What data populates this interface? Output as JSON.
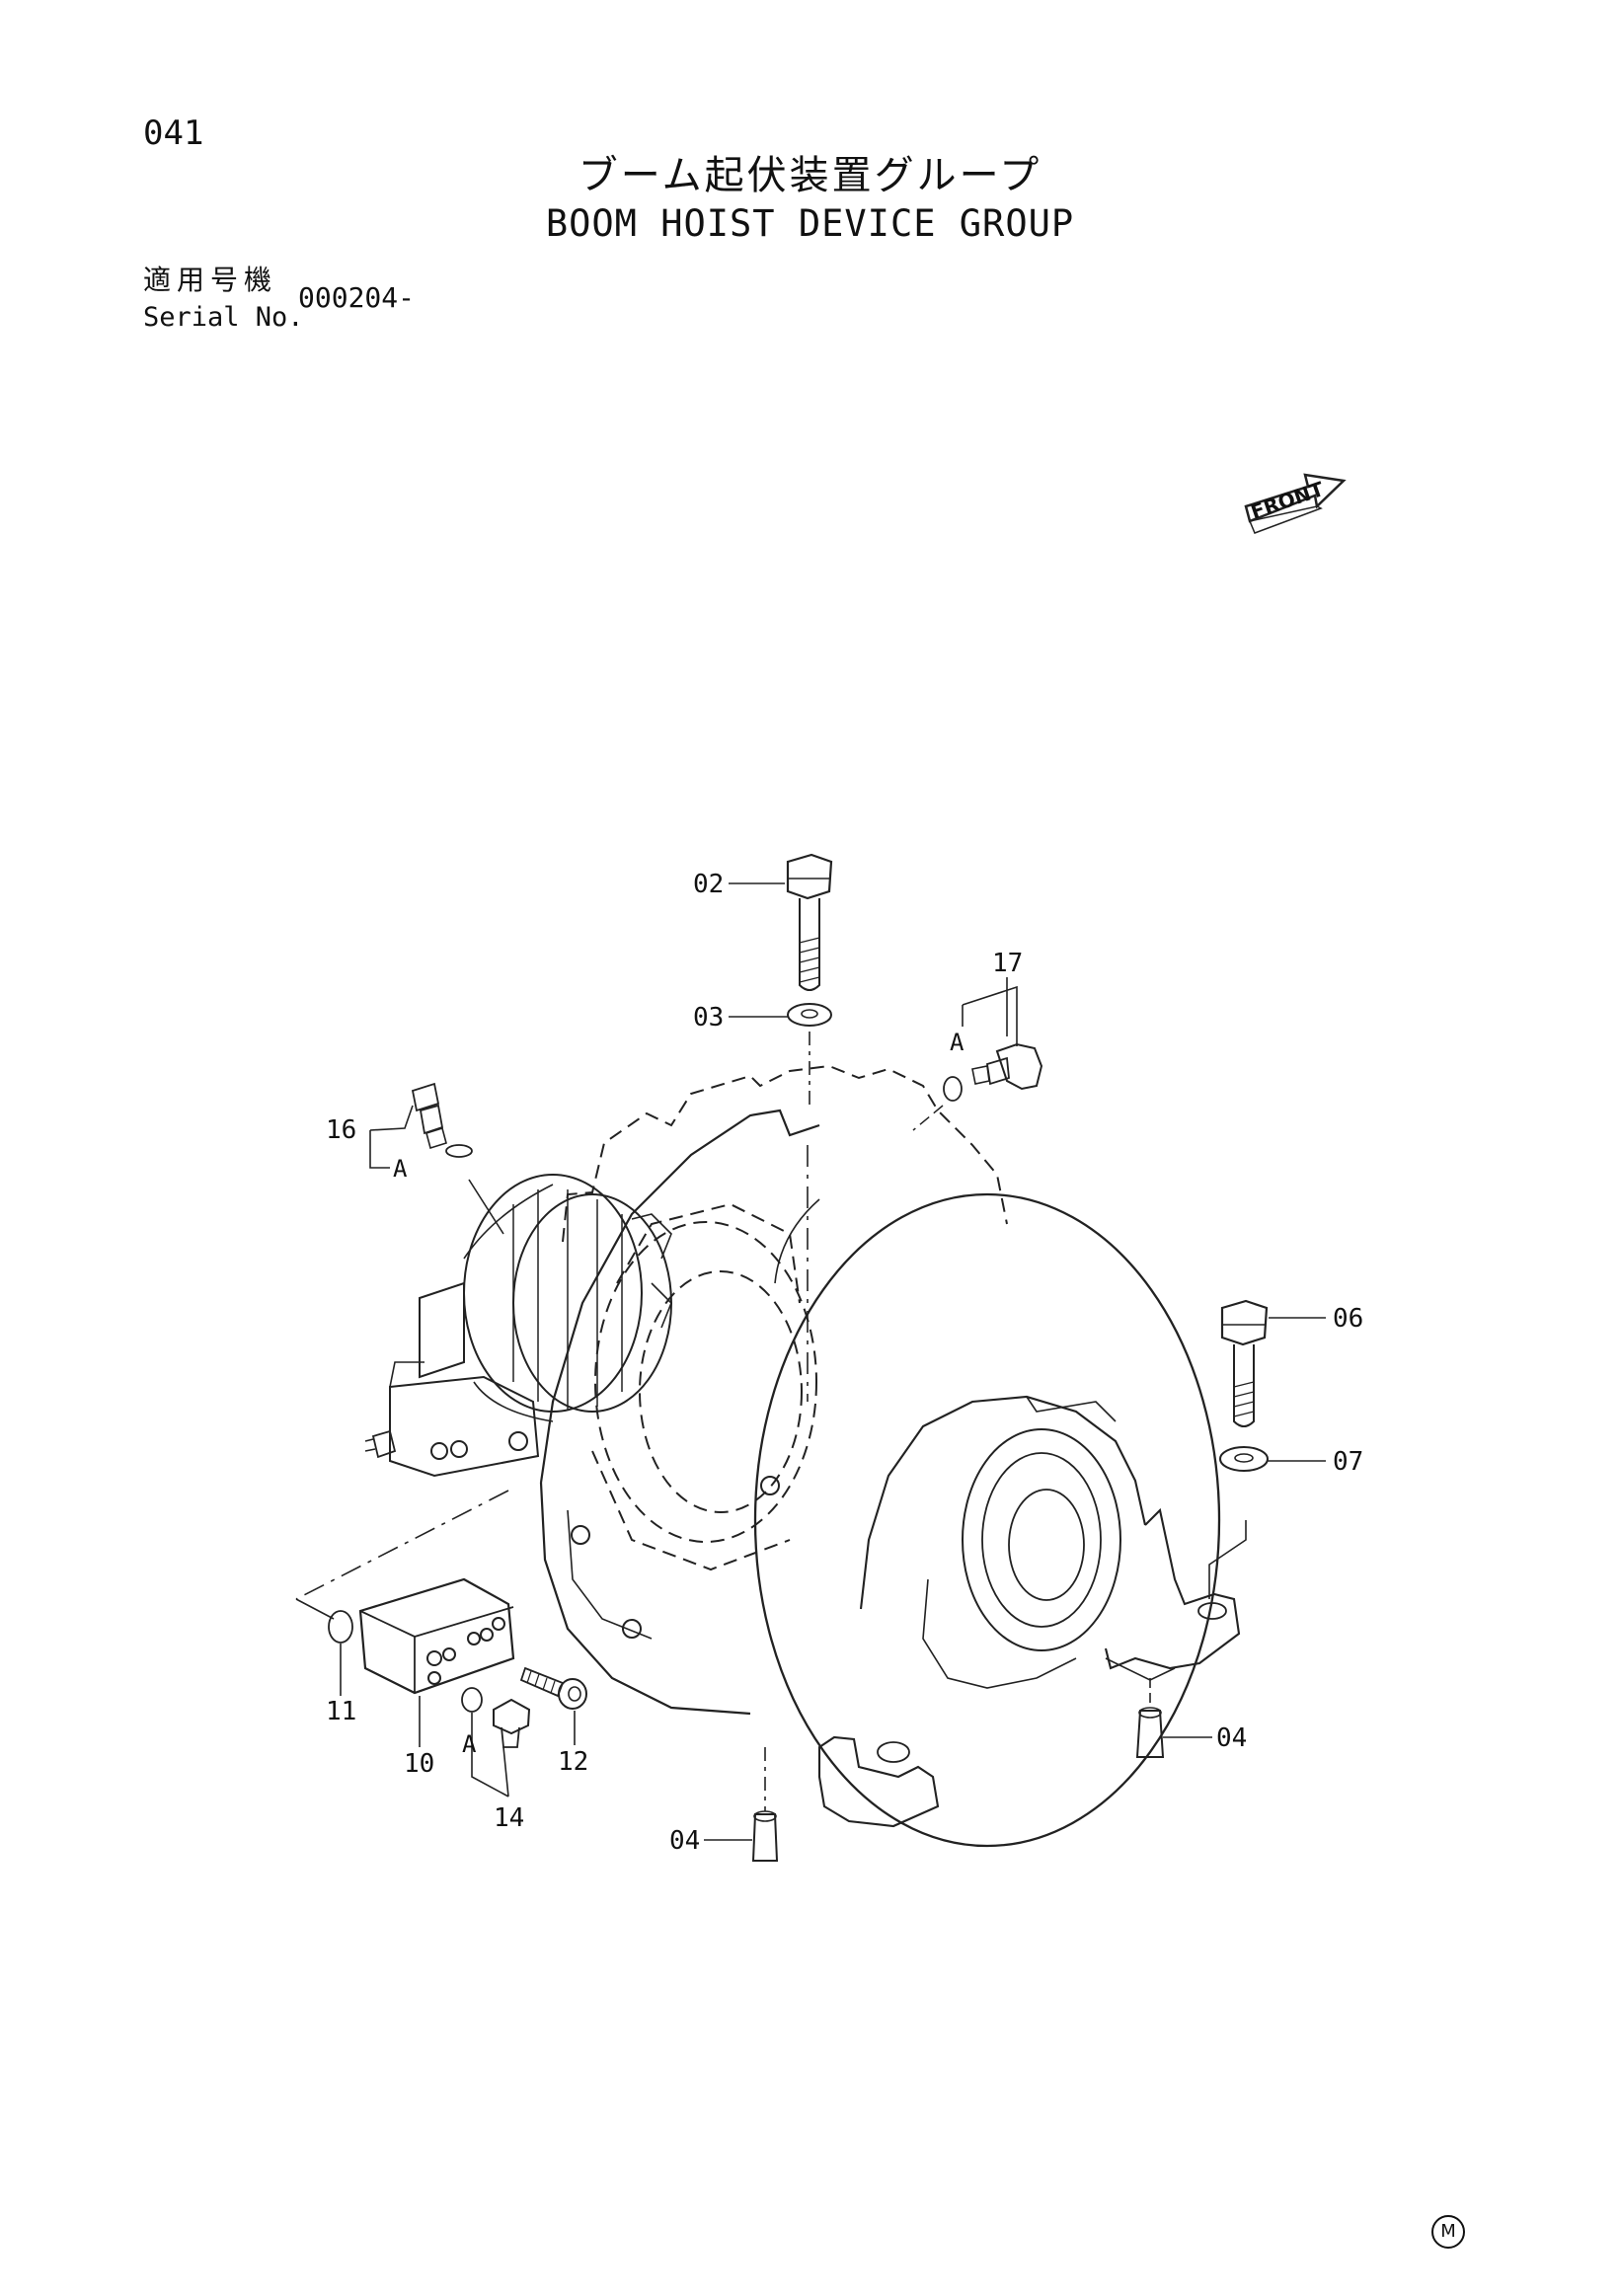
{
  "page_number": "041",
  "title_jp": "ブーム起伏装置グループ",
  "title_en": "BOOM HOIST DEVICE GROUP",
  "serial_label_jp": "適用号機",
  "serial_label_en": "Serial No.",
  "serial_value": "000204-",
  "front_label": "FRONT",
  "corner_mark": "M",
  "callouts": {
    "c02": "02",
    "c03": "03",
    "c17": "17",
    "c16": "16",
    "c06": "06",
    "c07": "07",
    "c04a": "04",
    "c04b": "04",
    "c11": "11",
    "c10": "10",
    "c12": "12",
    "c14": "14",
    "ref_a1": "A",
    "ref_a2": "A",
    "ref_a3": "A"
  }
}
